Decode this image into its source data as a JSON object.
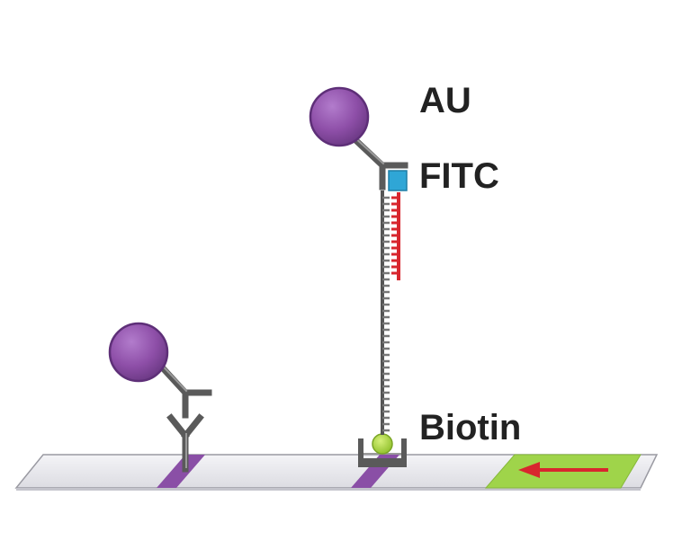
{
  "labels": {
    "au": "AU",
    "fitc": "FITC",
    "biotin": "Biotin"
  },
  "colors": {
    "gold_particle": "#8e4fa8",
    "gold_particle_edge": "#5e2f78",
    "antibody": "#5a5a5a",
    "antibody_highlight": "#9a9a9a",
    "fitc_tag": "#2fa6d6",
    "probe_strand": "#d8262e",
    "biotin_bead": "#a8d43a",
    "strip": "#e9e9ee",
    "strip_edge": "#9a9aa2",
    "test_line": "#8a4fa6",
    "sample_pad": "#9fd44a",
    "flow_arrow": "#d8262e"
  },
  "icons": {
    "flow_direction": "arrow-left-icon"
  }
}
